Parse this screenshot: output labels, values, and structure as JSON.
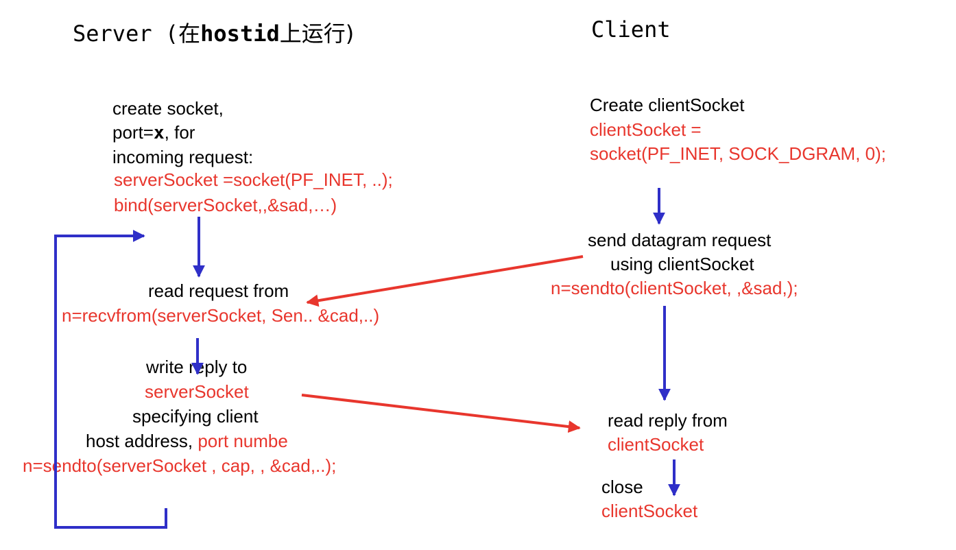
{
  "headings": {
    "server_prefix": "Server (在",
    "server_host": "hostid",
    "server_suffix": "上运行)",
    "client": "Client"
  },
  "server": {
    "create_line1": "create socket,",
    "create_line2_prefix": "port=",
    "create_line2_var": "x",
    "create_line2_suffix": ", for",
    "create_line3": "incoming request:",
    "code_socket": "serverSocket =socket(PF_INET, ..);",
    "code_bind": "bind(serverSocket,,&sad,…)",
    "read_label": "read request from",
    "code_recvfrom": "n=recvfrom(serverSocket, Sen.. &cad,..)",
    "write_label": "write reply to",
    "write_socket": "serverSocket",
    "specifying": "specifying client",
    "host_address": "host address, ",
    "port_number": "port numbe",
    "code_sendto": "n=sendto(serverSocket , cap, , &cad,..);"
  },
  "client": {
    "create_label": "Create clientSocket",
    "code_socket1": "clientSocket =",
    "code_socket2": "socket(PF_INET, SOCK_DGRAM, 0);",
    "send_label1": "send datagram request",
    "send_label2": "using clientSocket",
    "code_sendto": "n=sendto(clientSocket, ,&sad,);",
    "read_label": "read reply from",
    "read_socket": "clientSocket",
    "close_label": "close",
    "close_socket": "clientSocket"
  },
  "colors": {
    "code_text": "#e8362d",
    "flow_arrow": "#2f2fc8",
    "message_arrow": "#e8362d",
    "label_text": "#000000"
  }
}
